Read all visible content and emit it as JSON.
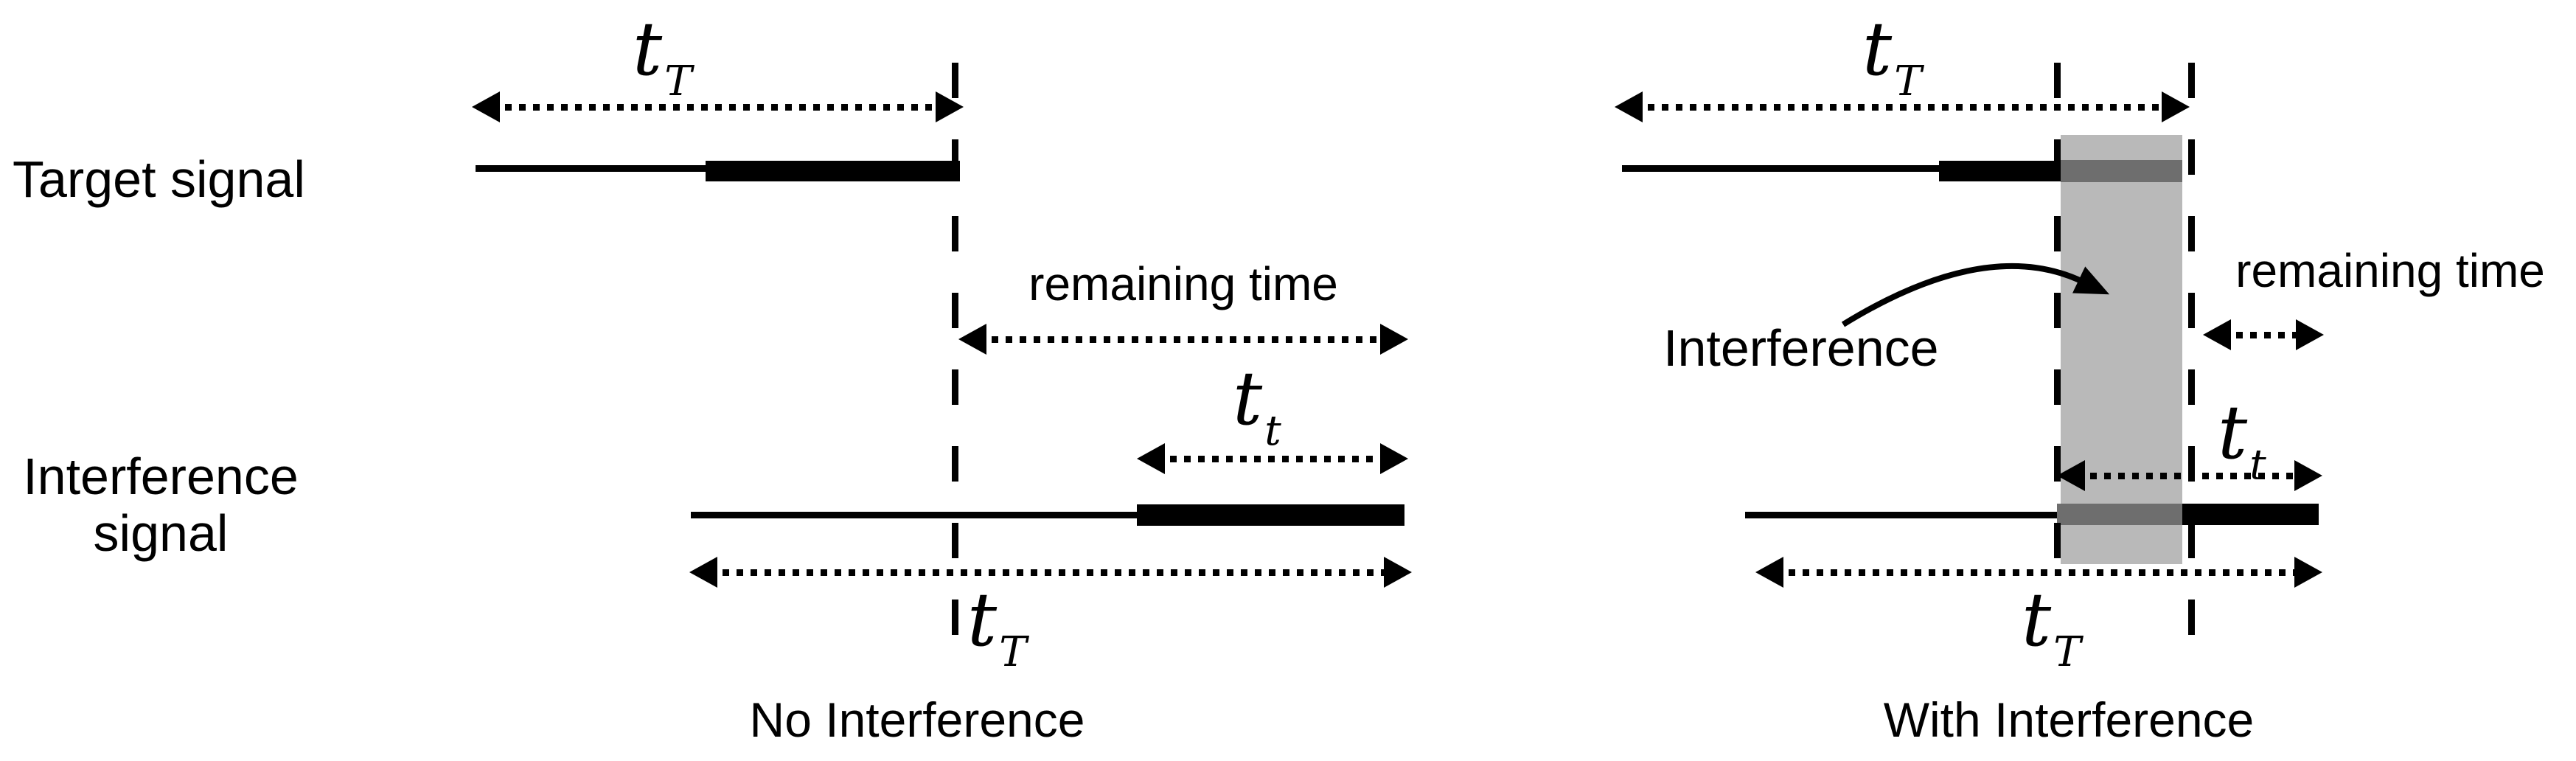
{
  "colors": {
    "ink": "#000000",
    "background": "#ffffff",
    "interference_region": "#b9b9b9",
    "overlap_band": "#6e6e6e"
  },
  "row_labels": {
    "target": "Target signal",
    "interference_line1": "Interference",
    "interference_line2": "signal"
  },
  "left_panel": {
    "caption": "No Interference",
    "transmit_duration_top": {
      "symbol": "t",
      "subscript": "T"
    },
    "remaining_time_label": "remaining time",
    "transmission_time": {
      "symbol": "t",
      "subscript": "t"
    },
    "transmit_duration_bottom": {
      "symbol": "t",
      "subscript": "T"
    }
  },
  "right_panel": {
    "caption": "With Interference",
    "transmit_duration_top": {
      "symbol": "t",
      "subscript": "T"
    },
    "interference_pointer_label": "Interference",
    "remaining_time_label": "remaining time",
    "transmission_time": {
      "symbol": "t",
      "subscript": "t"
    },
    "transmit_duration_bottom": {
      "symbol": "t",
      "subscript": "T"
    }
  }
}
